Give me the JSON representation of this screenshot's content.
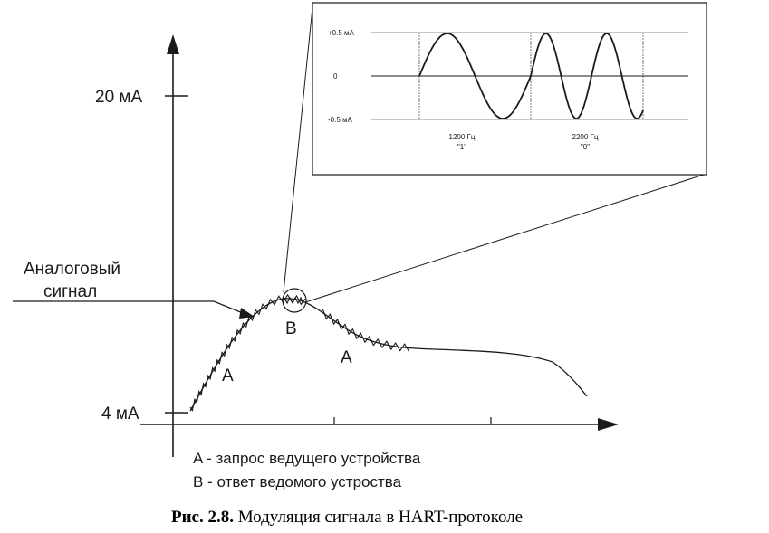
{
  "axis": {
    "y_top_label": "20 мА",
    "y_bottom_label": "4 мА"
  },
  "labels": {
    "analog_line1": "Аналоговый",
    "analog_line2": "сигнал",
    "point_a_left": "A",
    "point_b": "B",
    "point_a_right": "A"
  },
  "inset": {
    "y_plus": "+0.5 мА",
    "y_zero": "0",
    "y_minus": "-0.5 мА",
    "freq1": "1200 Гц",
    "bit1": "\"1\"",
    "freq2": "2200 Гц",
    "bit2": "\"0\""
  },
  "legend": {
    "line_a": "A - запрос ведущего устройства",
    "line_b": "B - ответ ведомого устроства"
  },
  "caption": {
    "prefix": "Рис. 2.8.",
    "text": " Модуляция сигнала в HART-протоколе"
  }
}
